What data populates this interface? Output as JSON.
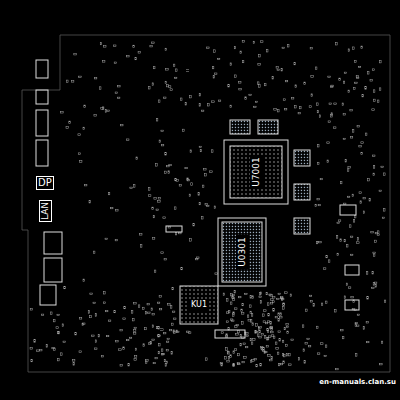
{
  "diagram": {
    "nodes": [
      {
        "text": [
          "U7001"
        ]
      },
      {
        "text": [
          "U0301"
        ]
      },
      {
        "text": [
          "KU1"
        ]
      },
      {
        "text": [
          "DP"
        ]
      },
      {
        "text": [
          "LAN"
        ]
      }
    ],
    "labels": [
      "en-manuals.clan.su"
    ]
  }
}
